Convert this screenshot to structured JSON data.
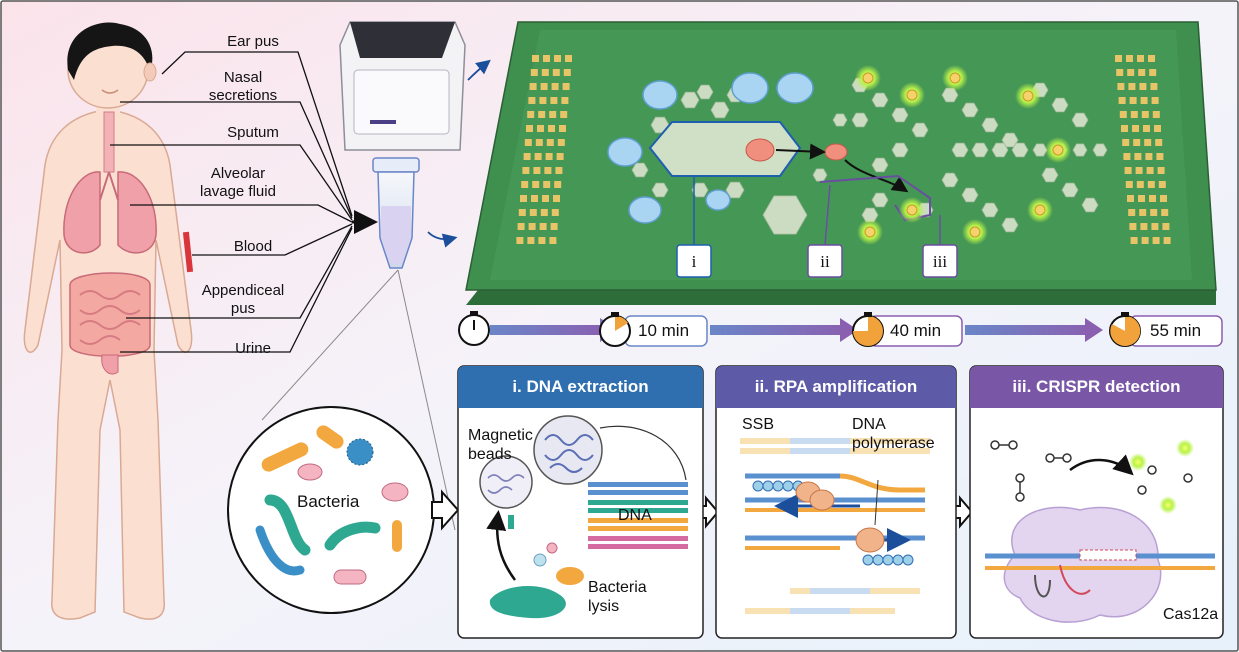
{
  "body_labels": {
    "ear_pus": "Ear pus",
    "nasal": "Nasal secretions",
    "sputum": "Sputum",
    "alveolar": "Alveolar lavage fluid",
    "blood": "Blood",
    "appendiceal": "Appendiceal pus",
    "urine": "Urine"
  },
  "chip_markers": [
    "i",
    "ii",
    "iii"
  ],
  "timeline": [
    "10 min",
    "40 min",
    "55 min"
  ],
  "panels": {
    "extraction": {
      "title": "i. DNA extraction",
      "magnetic_beads": "Magnetic beads",
      "dna": "DNA",
      "lysis": "Bacteria lysis"
    },
    "rpa": {
      "title": "ii. RPA amplification",
      "ssb": "SSB",
      "polymerase": "DNA polymerase"
    },
    "crispr": {
      "title": "iii. CRISPR detection",
      "cas": "Cas12a"
    }
  },
  "bacteria_label": "Bacteria",
  "colors": {
    "chip_green": "#3f8f4f",
    "panel_blue": "#2f6fb0",
    "panel_indigo": "#5d5aa8",
    "panel_purple": "#7a57a6",
    "timer_orange": "#f2a23a"
  }
}
